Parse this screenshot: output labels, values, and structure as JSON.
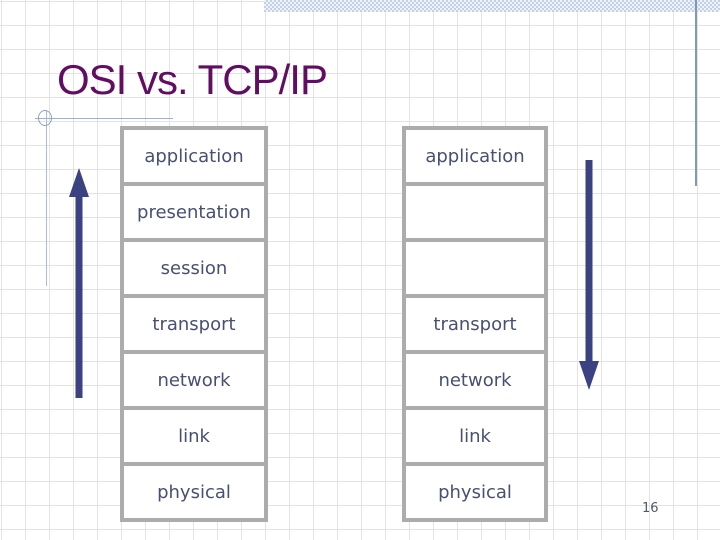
{
  "title": "OSI vs. TCP/IP",
  "page_number": "16",
  "stacks": {
    "osi": {
      "layers": [
        "application",
        "presentation",
        "session",
        "transport",
        "network",
        "link",
        "physical"
      ]
    },
    "tcpip": {
      "layers": [
        "application",
        "",
        "",
        "transport",
        "network",
        "link",
        "physical"
      ]
    }
  },
  "icons": {
    "left_arrow": "up-arrow",
    "right_arrow": "down-arrow"
  },
  "colors": {
    "title": "#620d63",
    "layer_text": "#475073",
    "box_border": "#acacac",
    "arrow": "#3a4282",
    "accent_band": "#c2d1e6",
    "grid_line": "#e3e3e3",
    "decor_line": "#9db1cb"
  }
}
